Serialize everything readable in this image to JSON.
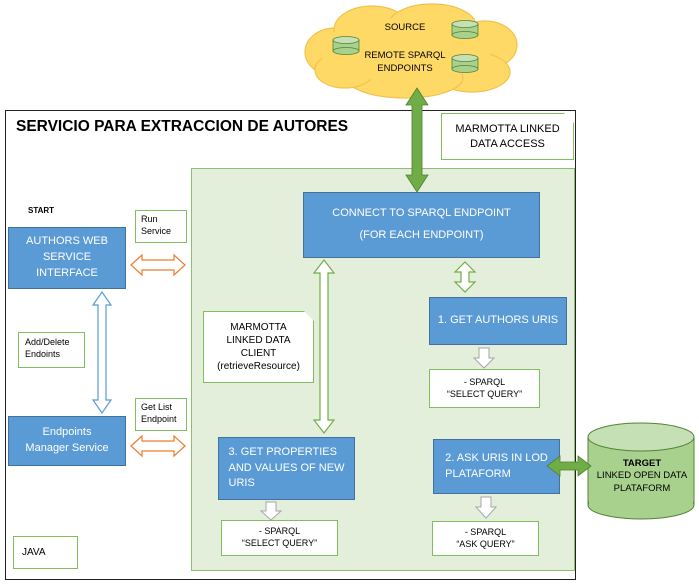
{
  "title": "SERVICIO PARA EXTRACCION DE AUTORES",
  "source": {
    "label": "SOURCE",
    "line1": "REMOTE SPARQL",
    "line2": "ENDPOINTS"
  },
  "marmotta_access": {
    "line1": "MARMOTTA LINKED",
    "line2": "DATA ACCESS"
  },
  "start_label": "START",
  "authors_ws": {
    "line1": "AUTHORS WEB",
    "line2": "SERVICE",
    "line3": "INTERFACE"
  },
  "run_service": {
    "line1": "Run",
    "line2": "Service"
  },
  "add_delete": {
    "line1": "Add/Delete",
    "line2": "Endoints"
  },
  "endpoints_manager": {
    "line1": "Endpoints",
    "line2": "Manager Service"
  },
  "get_list": {
    "line1": "Get List",
    "line2": "Endpoint"
  },
  "java_label": "JAVA",
  "connect": {
    "line1": "CONNECT TO SPARQL ENDPOINT",
    "line2": "(FOR EACH ENDPOINT)"
  },
  "get_authors": "1. GET AUTHORS URIS",
  "select_query_1": {
    "line1": "- SPARQL",
    "line2": "“SELECT QUERY”"
  },
  "marmotta_client": {
    "line1": "MARMOTTA",
    "line2": "LINKED DATA",
    "line3": "CLIENT",
    "line4": "(retrieveResource)"
  },
  "ask_uris": {
    "line1": "2. ASK URIS IN LOD",
    "line2": "PLATAFORM"
  },
  "get_properties": {
    "line1": "3. GET PROPERTIES",
    "line2": "AND VALUES OF NEW",
    "line3": "URIS"
  },
  "select_query_3": {
    "line1": "- SPARQL",
    "line2": "“SELECT QUERY”"
  },
  "ask_query": {
    "line1": "- SPARQL",
    "line2": "“ASK QUERY”"
  },
  "target": {
    "label": "TARGET",
    "line1": "LINKED OPEN DATA",
    "line2": "PLATAFORM"
  },
  "colors": {
    "blue": "#5b9bd5",
    "green_area": "#e3efda",
    "green_arrow": "#70ad47",
    "orange_arrow": "#ed7d31",
    "cloud": "#ffd966",
    "cylinder": "#a9d18e"
  }
}
